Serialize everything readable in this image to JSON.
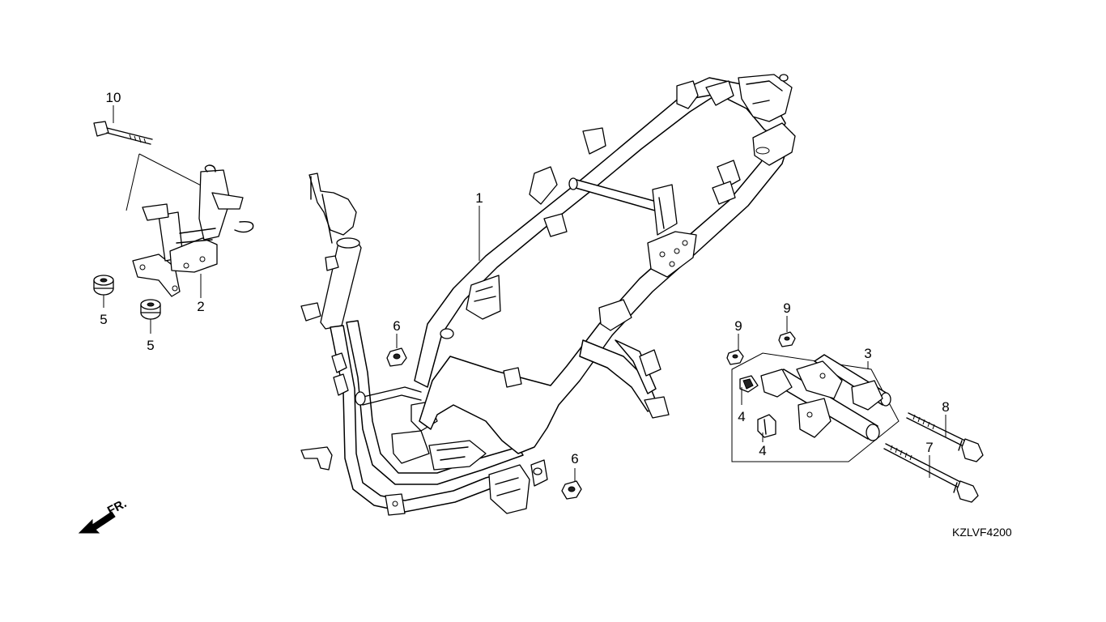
{
  "diagram": {
    "reference_code": "KZLVF4200",
    "direction_label": "FR.",
    "callouts": {
      "c1": "1",
      "c2": "2",
      "c3": "3",
      "c4a": "4",
      "c4b": "4",
      "c5a": "5",
      "c5b": "5",
      "c6a": "6",
      "c6b": "6",
      "c7": "7",
      "c8": "8",
      "c9a": "9",
      "c9b": "9",
      "c10": "10"
    }
  }
}
